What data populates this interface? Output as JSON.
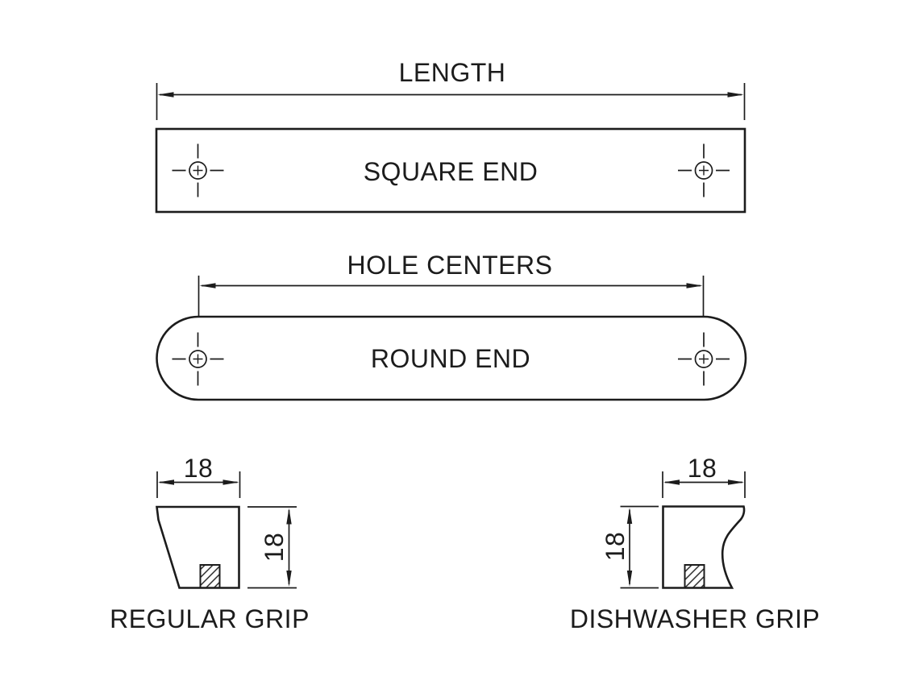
{
  "diagram": {
    "background": "#ffffff",
    "line_color": "#1c1c1c",
    "views": {
      "square_end": {
        "dimension_label": "LENGTH",
        "part_label": "SQUARE END"
      },
      "round_end": {
        "dimension_label": "HOLE CENTERS",
        "part_label": "ROUND END"
      },
      "regular_grip": {
        "width": "18",
        "height": "18",
        "caption": "REGULAR GRIP"
      },
      "dishwasher_grip": {
        "width": "18",
        "height": "18",
        "caption": "DISHWASHER GRIP"
      }
    }
  }
}
